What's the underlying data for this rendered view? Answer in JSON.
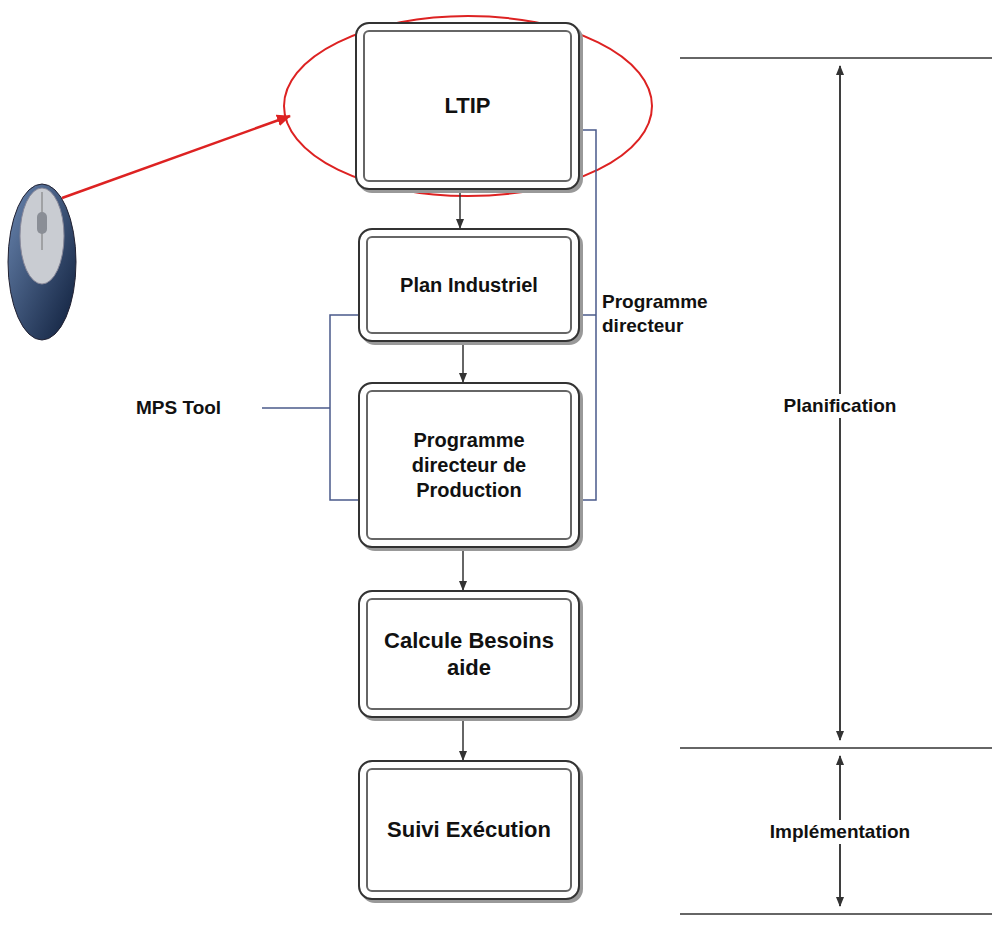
{
  "diagram": {
    "nodes": [
      {
        "text": [
          "LTIP"
        ]
      },
      {
        "text": [
          "Plan Industriel"
        ]
      },
      {
        "text": [
          "Programme directeur de Production"
        ]
      },
      {
        "text": [
          "Calcule Besoins aide"
        ]
      },
      {
        "text": [
          "Suivi Exécution"
        ]
      }
    ],
    "edges": [
      {
        "from": 0,
        "to": 1,
        "arrow": "to"
      },
      {
        "from": 1,
        "to": 2,
        "arrow": "to"
      },
      {
        "from": 2,
        "to": 3,
        "arrow": "to"
      },
      {
        "from": 3,
        "to": 4,
        "arrow": "to"
      }
    ],
    "labels": [
      "Programme directeur",
      "MPS Tool",
      "Planification",
      "Implémentation"
    ]
  }
}
